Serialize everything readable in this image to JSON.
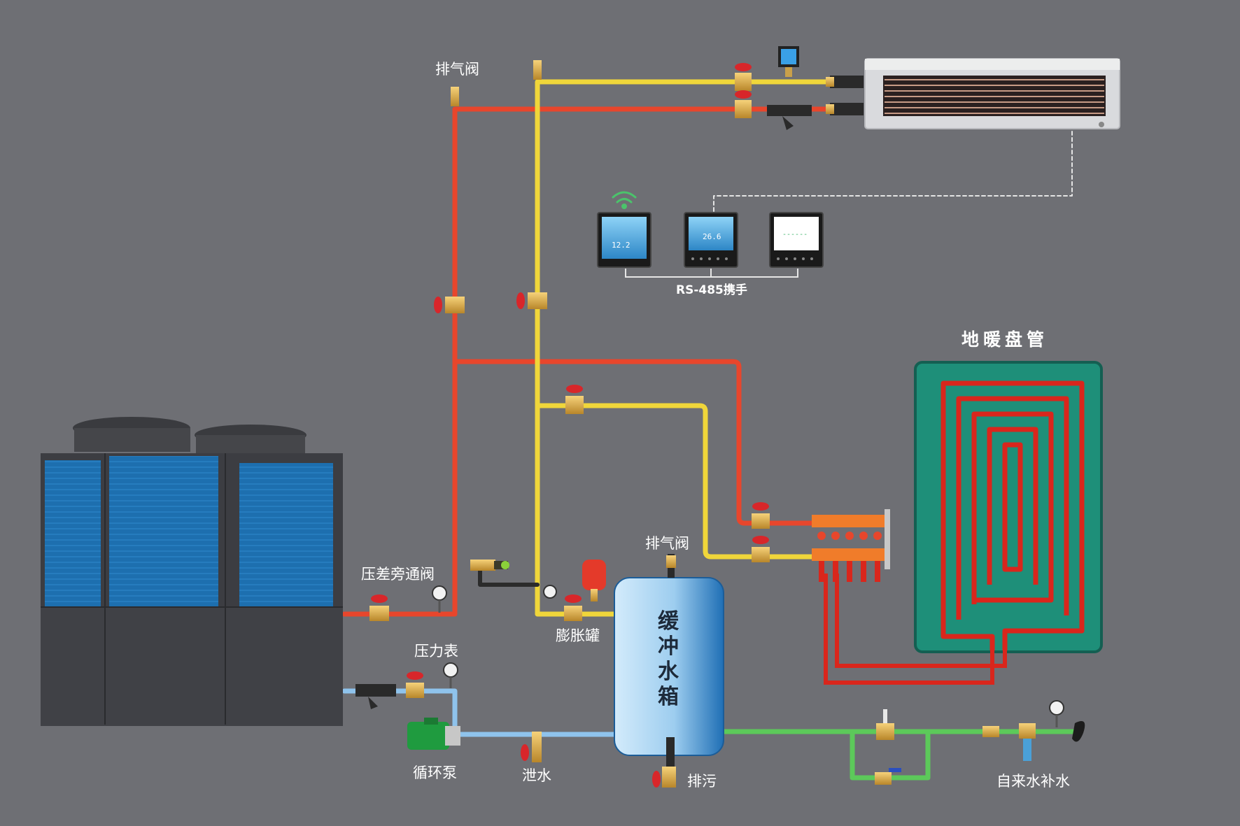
{
  "labels": {
    "air_vent_top": "排气阀",
    "rs485": "RS-485携手",
    "floor_heating": "地暖盘管",
    "bypass_valve": "压差旁通阀",
    "air_vent_tank": "排气阀",
    "expansion_tank": "膨胀罐",
    "pressure_gauge": "压力表",
    "buffer_tank": [
      "缓",
      "冲",
      "水",
      "箱"
    ],
    "circulation_pump": "循环泵",
    "drain": "泄水",
    "sewage": "排污",
    "water_supply": "自来水补水"
  },
  "thermostats": {
    "t1_value": "12.2",
    "t2_value": "26.6",
    "t3_value": "------"
  },
  "colors": {
    "background": "#6e6f74",
    "hot_pipe": "#e8462c",
    "return_pipe": "#f0d63a",
    "cold_pipe": "#8fc3ec",
    "supply_pipe": "#5cc95a",
    "floor_bg": "#1e8f79",
    "floor_coil": "#d9261c",
    "tank": "#a9d4f2",
    "unit_panel": "#1f78bd"
  }
}
